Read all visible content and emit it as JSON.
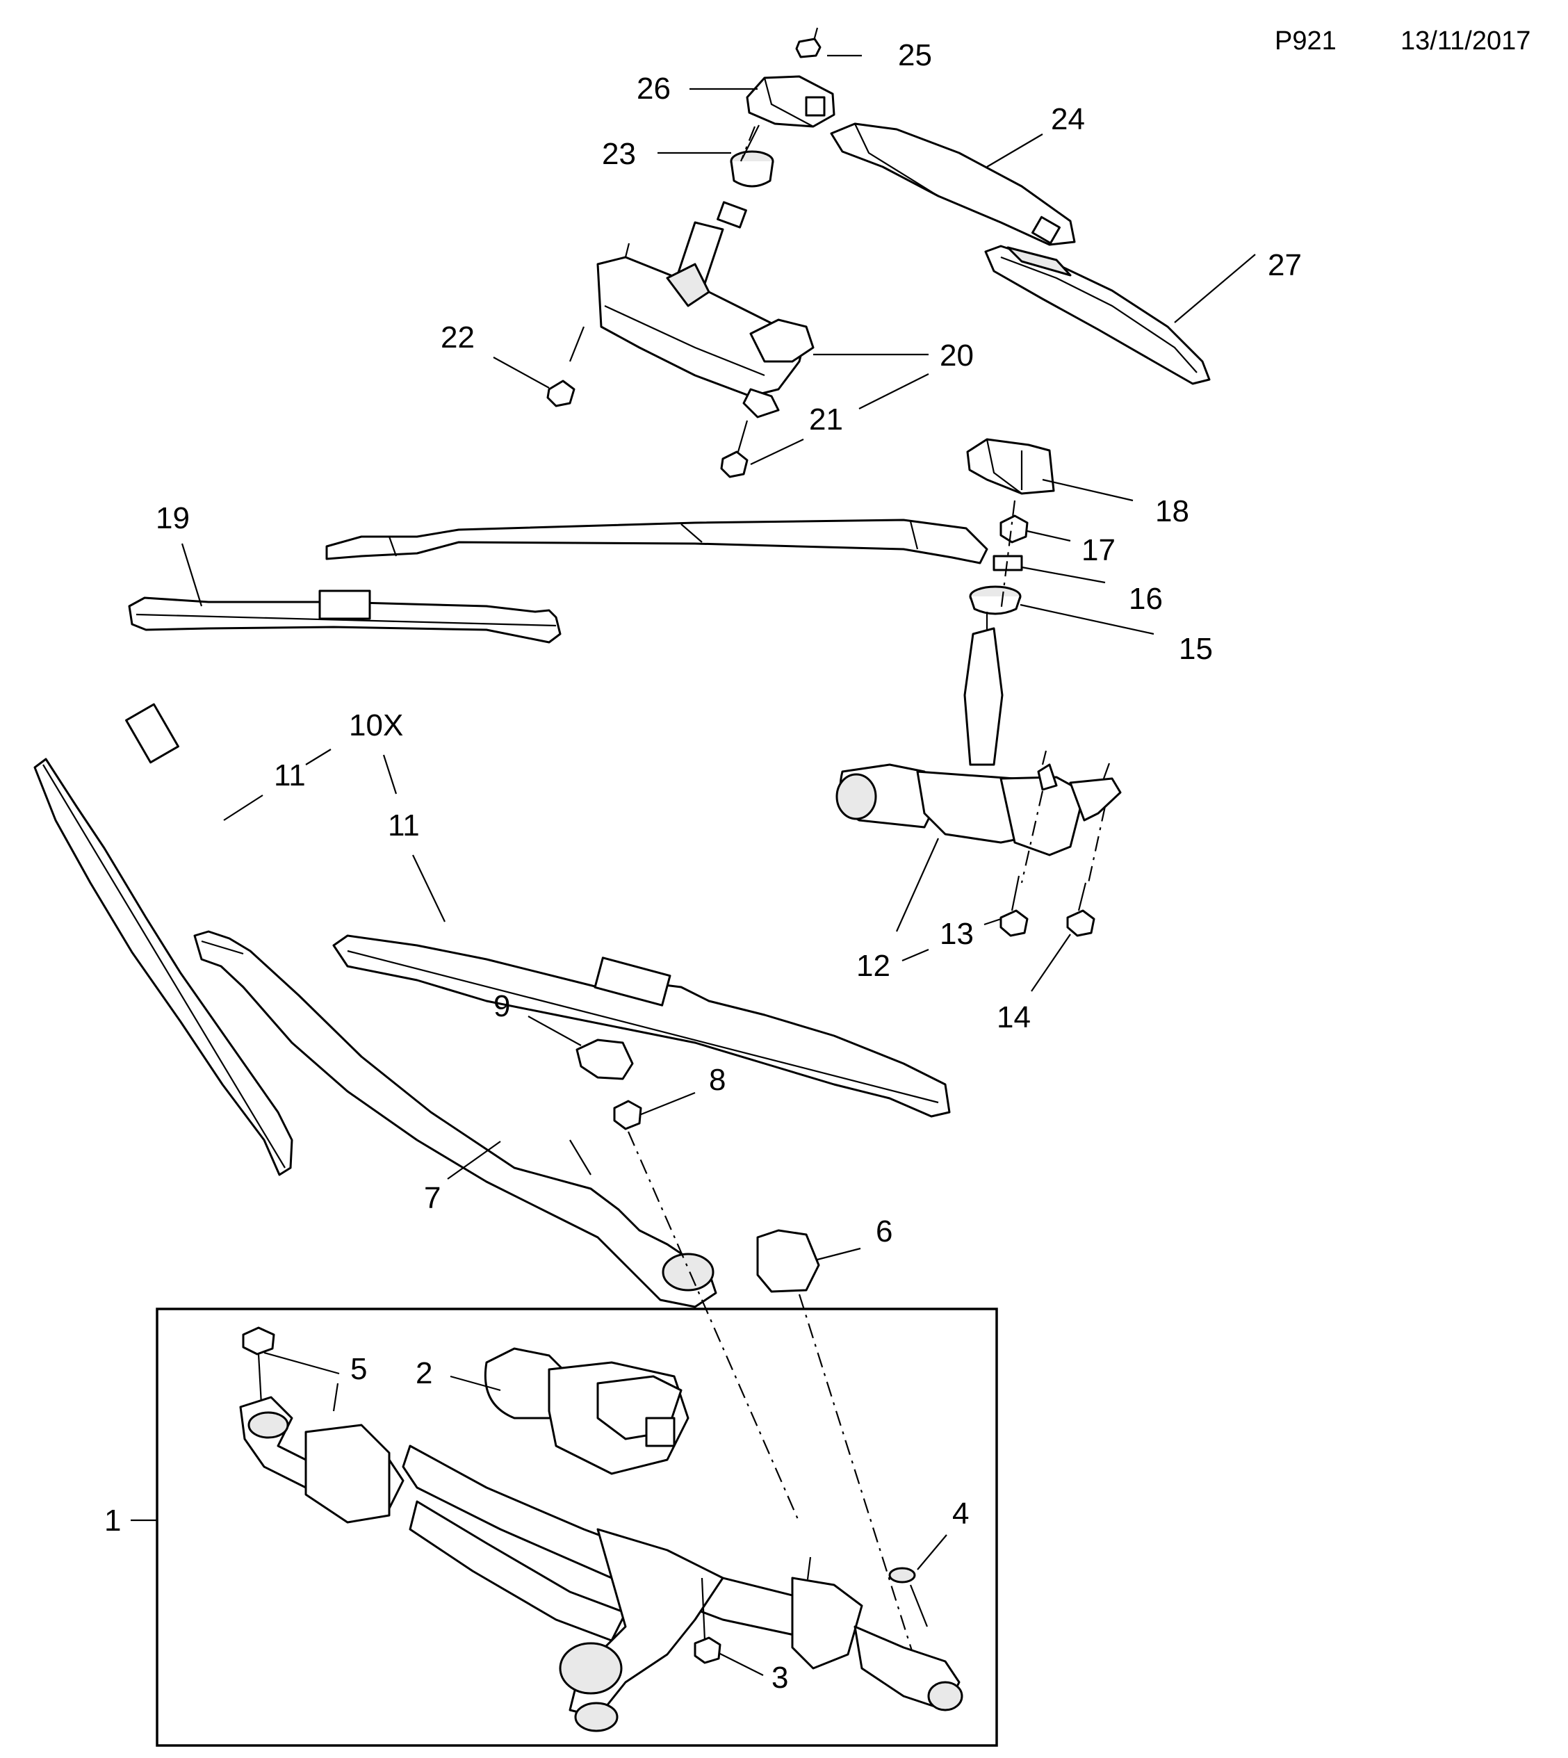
{
  "header": {
    "page_code": "P921",
    "date": "13/11/2017"
  },
  "callouts": {
    "c1": "1",
    "c2": "2",
    "c3": "3",
    "c4": "4",
    "c5": "5",
    "c6": "6",
    "c7": "7",
    "c8": "8",
    "c9": "9",
    "c10": "10X",
    "c11a": "11",
    "c11b": "11",
    "c12": "12",
    "c13": "13",
    "c14": "14",
    "c15": "15",
    "c16": "16",
    "c17": "17",
    "c18": "18",
    "c19": "19",
    "c20": "20",
    "c21": "21",
    "c22": "22",
    "c23": "23",
    "c24": "24",
    "c25": "25",
    "c26": "26",
    "c27": "27"
  }
}
